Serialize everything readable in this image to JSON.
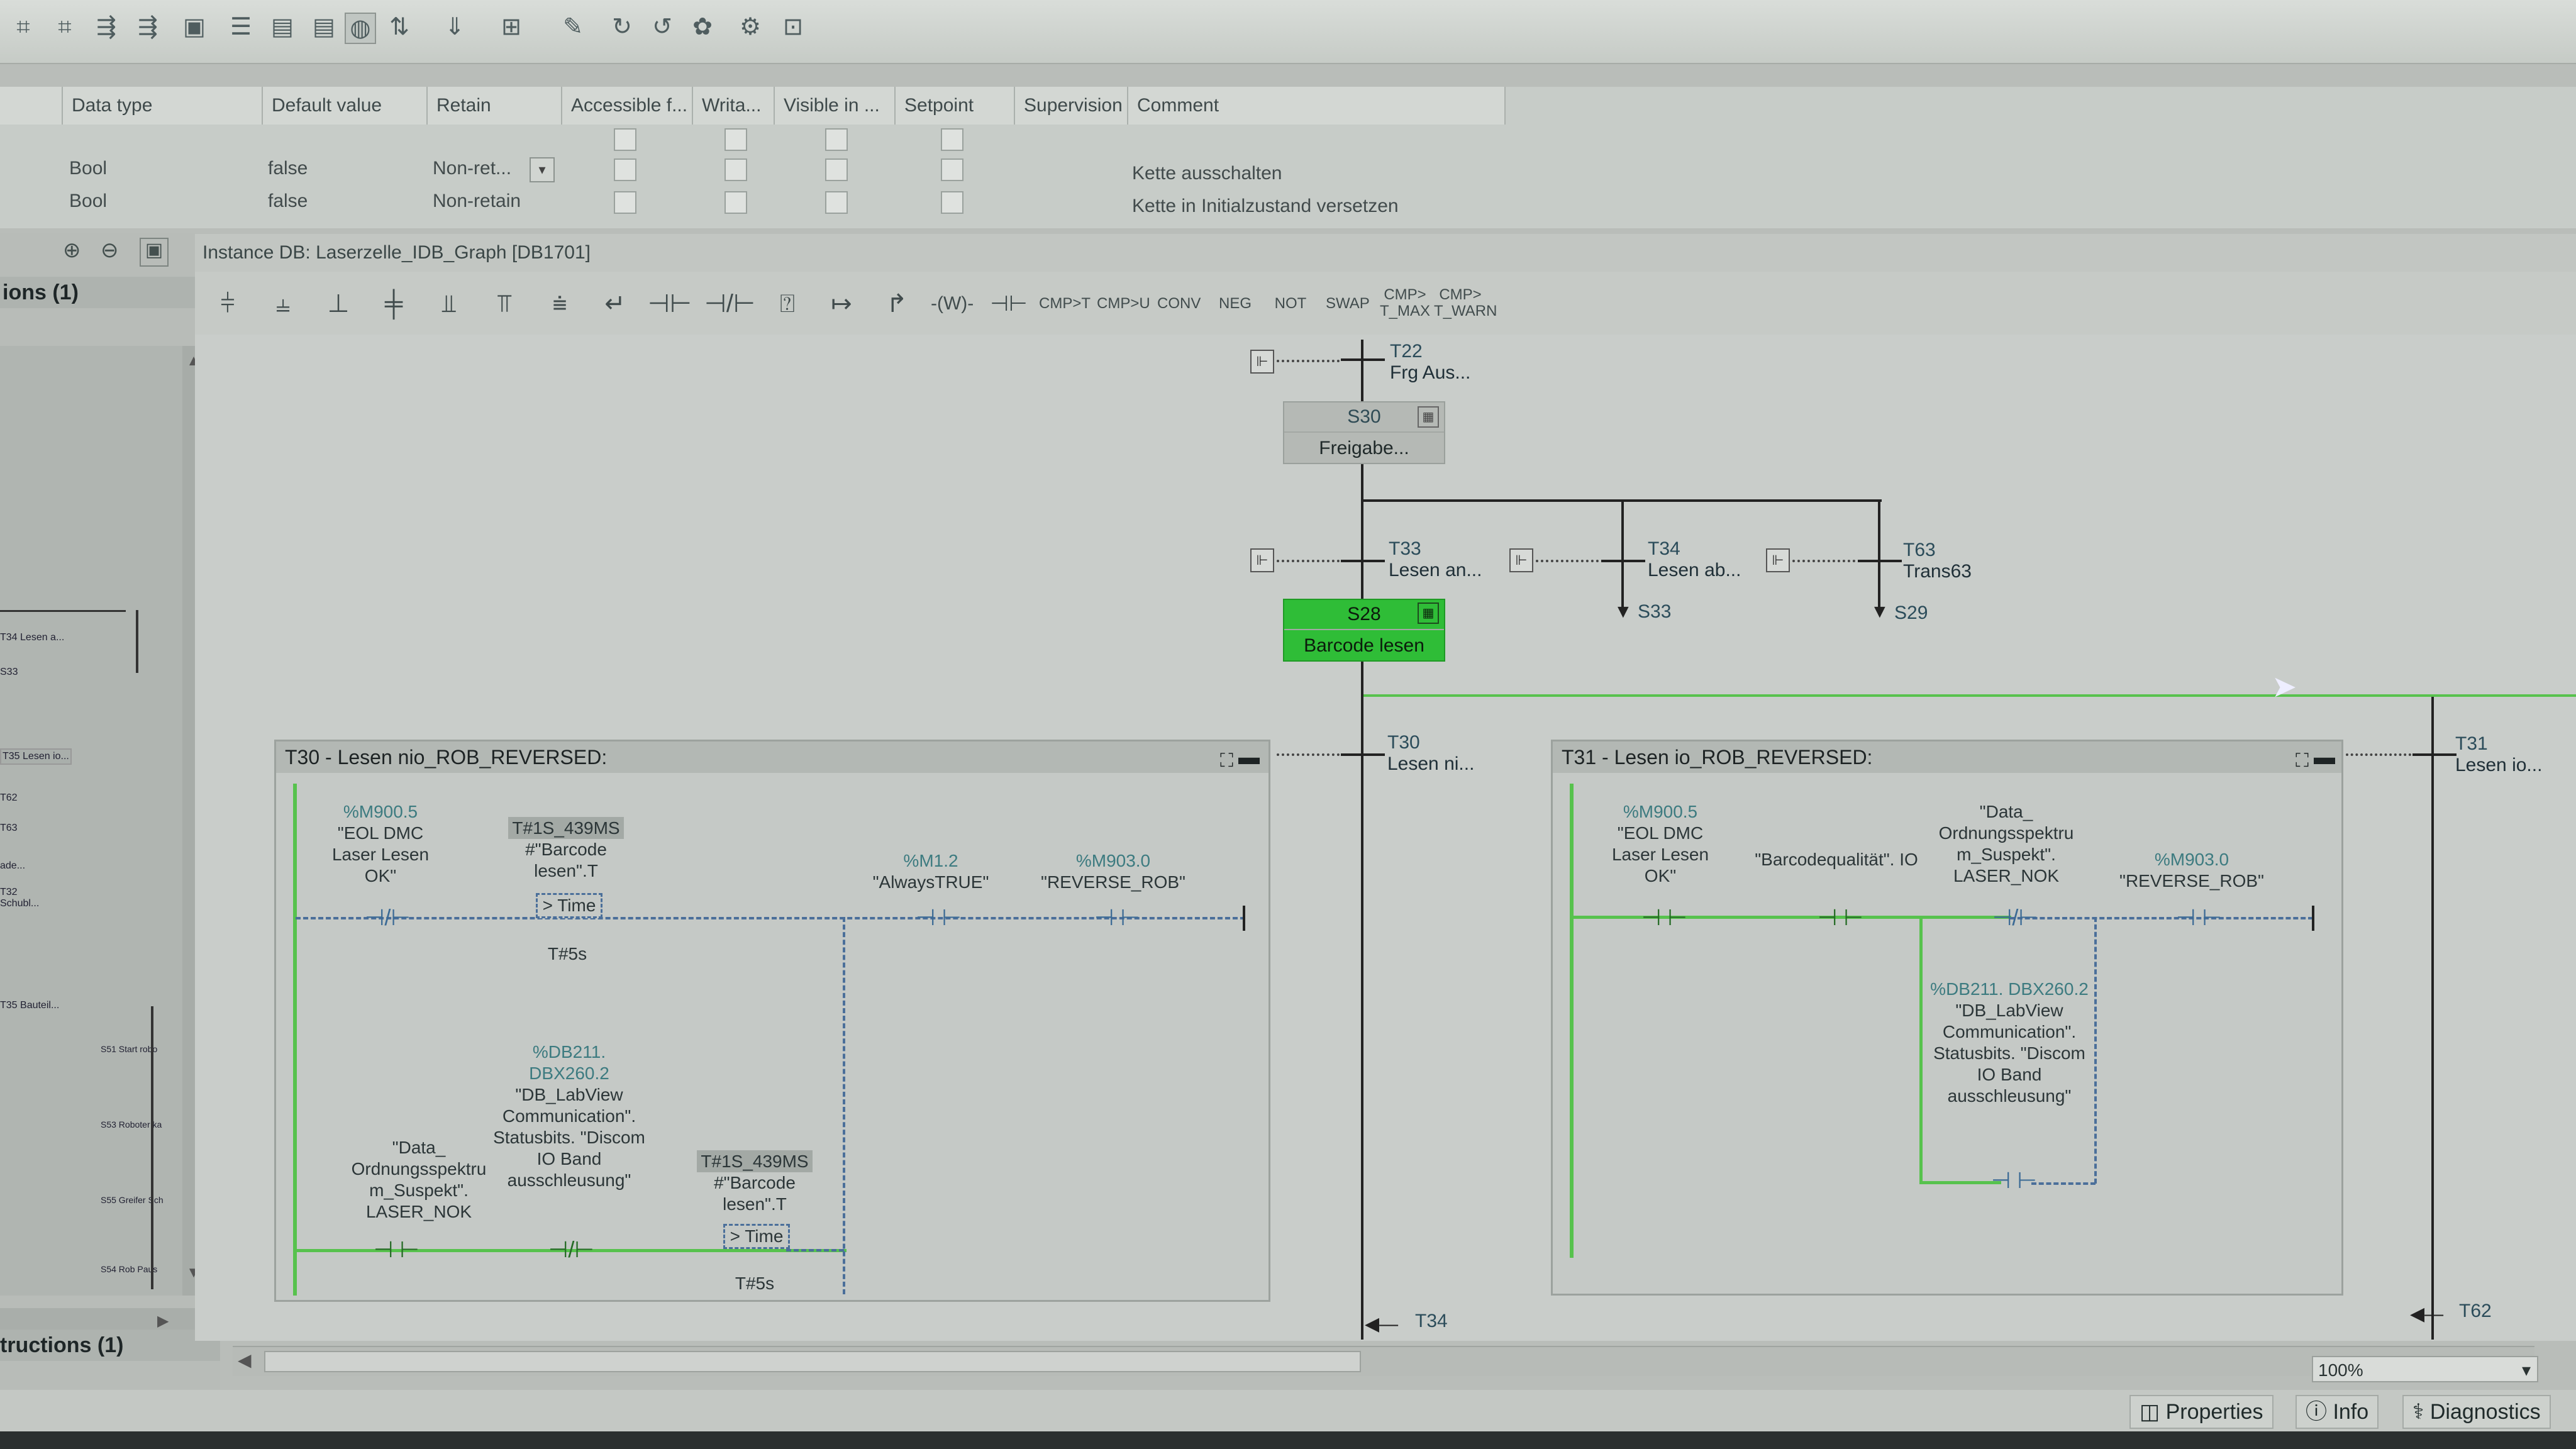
{
  "table": {
    "headers": [
      "Data type",
      "Default value",
      "Retain",
      "Accessible f...",
      "Writa...",
      "Visible in ...",
      "Setpoint",
      "Supervision",
      "Comment"
    ],
    "rows": [
      {
        "type": "Bool",
        "default": "false",
        "retain": "Non-ret...",
        "comment": "Kette ausschalten"
      },
      {
        "type": "Bool",
        "default": "false",
        "retain": "Non-retain",
        "comment": "Kette in Initialzustand versetzen"
      }
    ]
  },
  "left_panel": {
    "header": "ions (1)",
    "footer": "tructions (1)",
    "items": [
      "T34 Lesen a...",
      "S33",
      "T35 Lesen io...",
      "T62",
      "T63",
      "T32 Schubl...",
      "ade...",
      "T35 Bauteil...",
      "S51 Start robo",
      "S53 Roboter ka",
      "S55 Greifer Sch",
      "S54 Rob Paus"
    ]
  },
  "editor": {
    "title": "Instance DB: Laserzelle_IDB_Graph [DB1701]",
    "toolbar_labels": [
      "CMP>T",
      "CMP>U",
      "CONV",
      "NEG",
      "NOT",
      "SWAP",
      "CMP> T_MAX",
      "CMP> T_WARN"
    ],
    "zoom": "100%"
  },
  "graph": {
    "t22": {
      "num": "T22",
      "name": "Frg Aus..."
    },
    "s30": {
      "num": "S30",
      "name": "Freigabe..."
    },
    "t33": {
      "num": "T33",
      "name": "Lesen an..."
    },
    "t34": {
      "num": "T34",
      "name": "Lesen ab..."
    },
    "t63": {
      "num": "T63",
      "name": "Trans63"
    },
    "jump_s33": "S33",
    "jump_s29": "S29",
    "s28": {
      "num": "S28",
      "name": "Barcode lesen"
    },
    "t30": {
      "num": "T30",
      "name": "Lesen ni..."
    },
    "t31": {
      "num": "T31",
      "name": "Lesen io..."
    },
    "bottom_t34": "T34",
    "bottom_t62": "T62"
  },
  "network_t30": {
    "title": "T30 - Lesen nio_ROB_REVERSED:",
    "c1_addr": "%M900.5",
    "c1_name": "\"EOL DMC Laser Lesen OK\"",
    "timer_val": "T#1S_439MS",
    "timer_name": "#\"Barcode lesen\".T",
    "timer_op": "> Time",
    "timer_cmp": "T#5s",
    "c2_addr": "%M1.2",
    "c2_name": "\"AlwaysTRUE\"",
    "c3_addr": "%M903.0",
    "c3_name": "\"REVERSE_ROB\"",
    "c4_name": "\"Data_ Ordnungsspektru m_Suspekt\". LASER_NOK",
    "c5_addr": "%DB211. DBX260.2",
    "c5_name": "\"DB_LabView Communication\". Statusbits. \"Discom IO Band ausschleusung\"",
    "timer2_val": "T#1S_439MS",
    "timer2_name": "#\"Barcode lesen\".T",
    "timer2_op": "> Time",
    "timer2_cmp": "T#5s"
  },
  "network_t31": {
    "title": "T31 - Lesen io_ROB_REVERSED:",
    "c1_addr": "%M900.5",
    "c1_name": "\"EOL DMC Laser Lesen OK\"",
    "c2_name": "\"Barcodequalität\". IO",
    "c3_name": "\"Data_ Ordnungsspektru m_Suspekt\". LASER_NOK",
    "c4_addr": "%M903.0",
    "c4_name": "\"REVERSE_ROB\"",
    "c5_addr": "%DB211. DBX260.2",
    "c5_name": "\"DB_LabView Communication\". Statusbits. \"Discom IO Band ausschleusung\""
  },
  "bottom_tabs": [
    "Properties",
    "Info",
    "Diagnostics"
  ]
}
